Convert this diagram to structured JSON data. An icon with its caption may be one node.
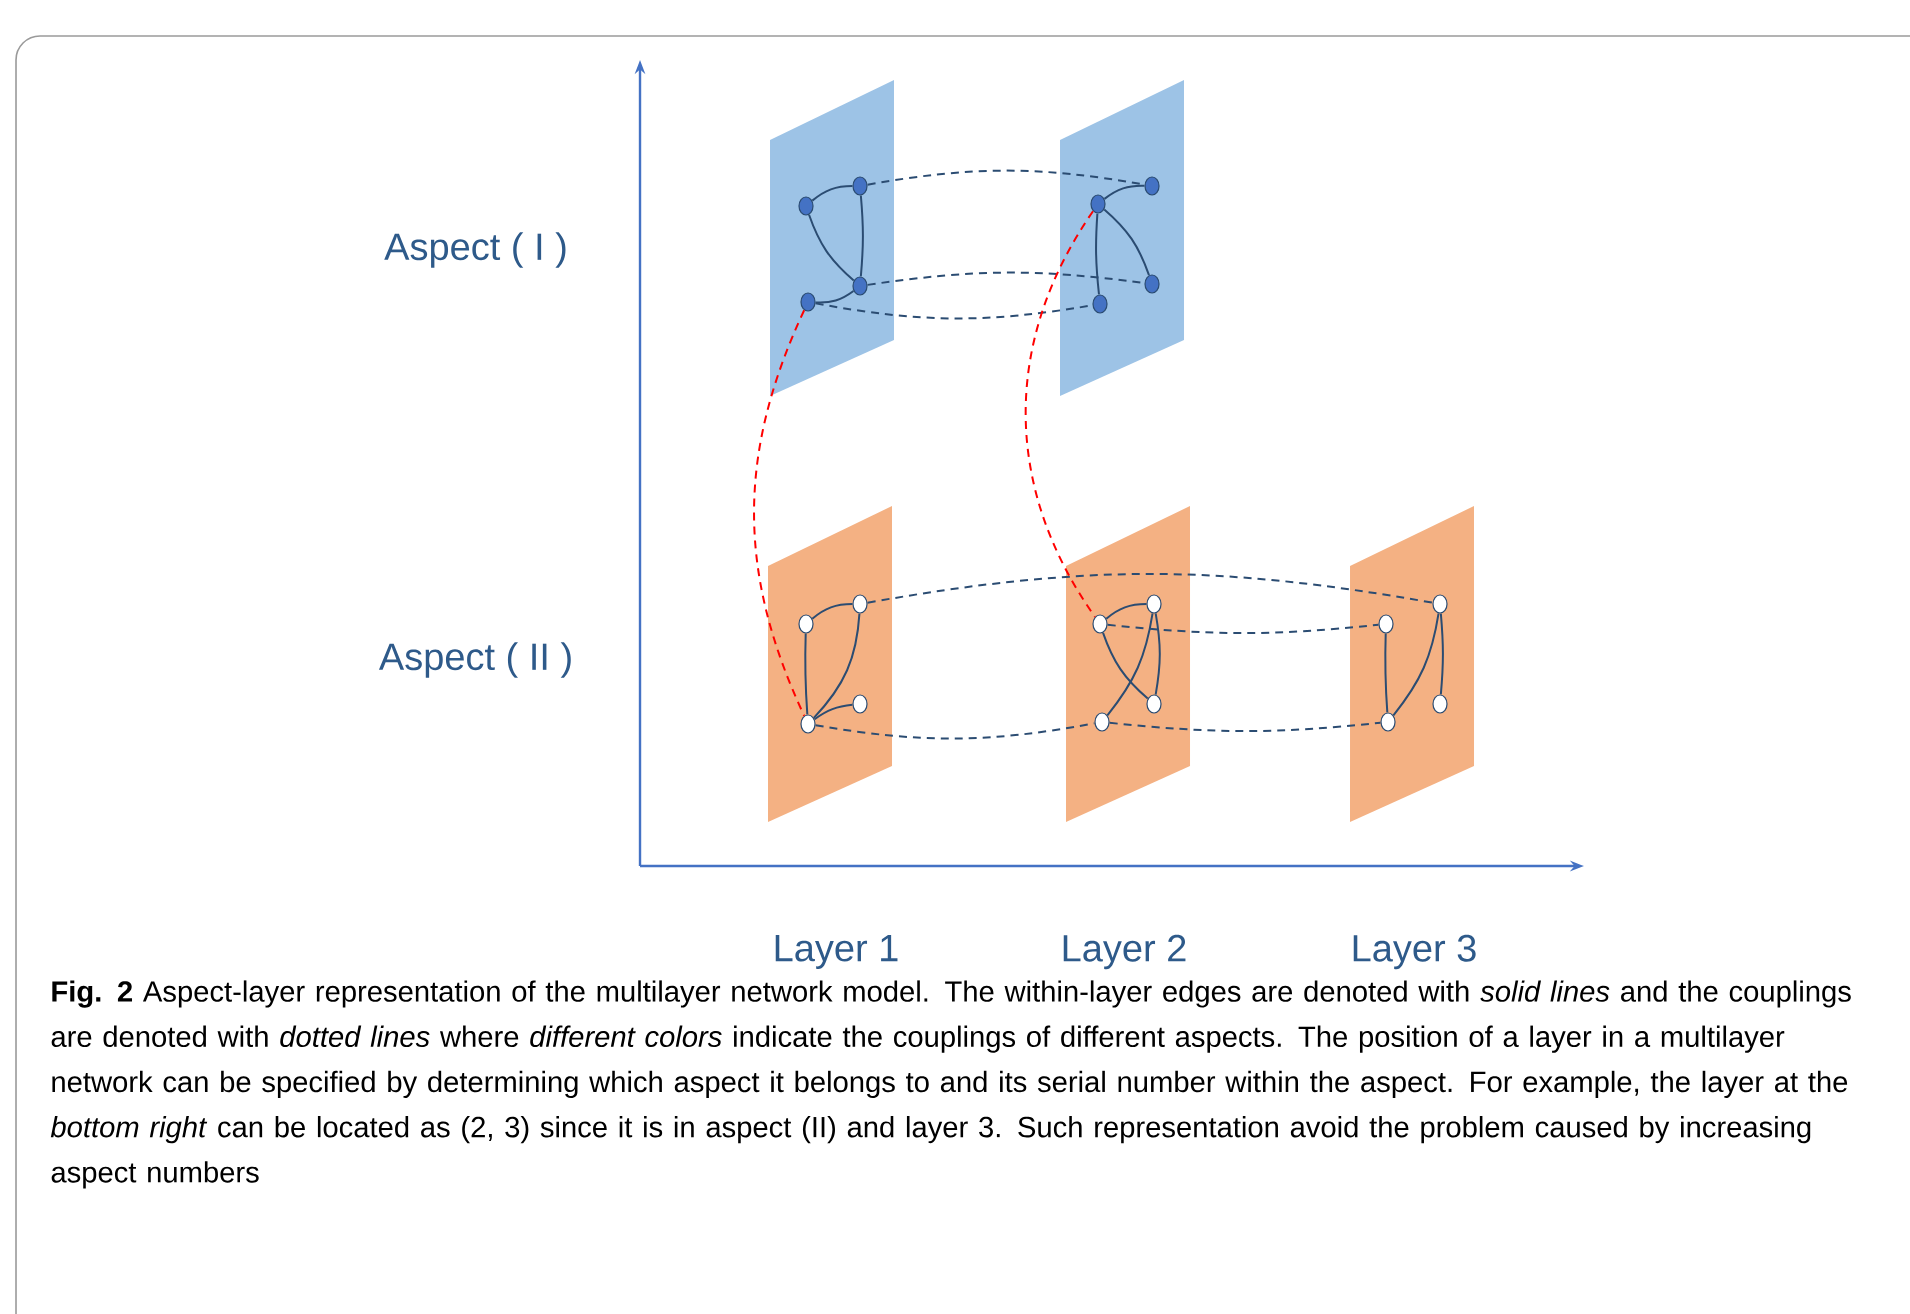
{
  "diagram": {
    "caption": "**Fig. 2** Aspect-layer representation of the multilayer network model. The within-layer edges are denoted with *solid lines* and the couplings are denoted with *dotted lines* where *different colors* indicate the couplings of different aspects. The position of a layer in a multilayer network can be specified by determining which aspect it belongs to and its serial number within the aspect. For example, the layer at the *bottom right* can be located as (2, 3) since it is in aspect (II) and layer 3. Such representation avoid the problem caused by increasing aspect numbers",
    "nodes": [
      {
        "text": [],
        "shape": "parallelogram"
      },
      {
        "text": [],
        "shape": "circle",
        "in": 0
      },
      {
        "text": [],
        "shape": "circle",
        "in": 0
      },
      {
        "text": [],
        "shape": "circle",
        "in": 0
      },
      {
        "text": [],
        "shape": "circle",
        "in": 0
      },
      {
        "text": [],
        "shape": "parallelogram"
      },
      {
        "text": [],
        "shape": "circle",
        "in": 5
      },
      {
        "text": [],
        "shape": "circle",
        "in": 5
      },
      {
        "text": [],
        "shape": "circle",
        "in": 5
      },
      {
        "text": [],
        "shape": "circle",
        "in": 5
      },
      {
        "text": [],
        "shape": "parallelogram"
      },
      {
        "text": [],
        "shape": "circle",
        "in": 10
      },
      {
        "text": [],
        "shape": "circle",
        "in": 10
      },
      {
        "text": [],
        "shape": "circle",
        "in": 10
      },
      {
        "text": [],
        "shape": "circle",
        "in": 10
      },
      {
        "text": [],
        "shape": "parallelogram"
      },
      {
        "text": [],
        "shape": "circle",
        "in": 15
      },
      {
        "text": [],
        "shape": "circle",
        "in": 15
      },
      {
        "text": [],
        "shape": "circle",
        "in": 15
      },
      {
        "text": [],
        "shape": "circle",
        "in": 15
      },
      {
        "text": [],
        "shape": "parallelogram"
      },
      {
        "text": [],
        "shape": "circle",
        "in": 20
      },
      {
        "text": [],
        "shape": "circle",
        "in": 20
      },
      {
        "text": [],
        "shape": "circle",
        "in": 20
      },
      {
        "text": [],
        "shape": "circle",
        "in": 20
      }
    ],
    "edges": [
      {
        "from": 1,
        "to": 2,
        "arrow": "none"
      },
      {
        "from": 1,
        "to": 3,
        "arrow": "none"
      },
      {
        "from": 2,
        "to": 3,
        "arrow": "none"
      },
      {
        "from": 3,
        "to": 4,
        "arrow": "none"
      },
      {
        "from": 6,
        "to": 7,
        "arrow": "none"
      },
      {
        "from": 6,
        "to": 8,
        "arrow": "none"
      },
      {
        "from": 6,
        "to": 9,
        "arrow": "none"
      },
      {
        "from": 11,
        "to": 14,
        "arrow": "none"
      },
      {
        "from": 12,
        "to": 14,
        "arrow": "none"
      },
      {
        "from": 13,
        "to": 14,
        "arrow": "none"
      },
      {
        "from": 11,
        "to": 12,
        "arrow": "none"
      },
      {
        "from": 16,
        "to": 17,
        "arrow": "none"
      },
      {
        "from": 16,
        "to": 18,
        "arrow": "none"
      },
      {
        "from": 17,
        "to": 18,
        "arrow": "none"
      },
      {
        "from": 17,
        "to": 19,
        "arrow": "none"
      },
      {
        "from": 21,
        "to": 24,
        "arrow": "none"
      },
      {
        "from": 22,
        "to": 24,
        "arrow": "none"
      },
      {
        "from": 22,
        "to": 23,
        "arrow": "none"
      },
      {
        "from": 2,
        "to": 7,
        "arrow": "none",
        "style": "dashed"
      },
      {
        "from": 3,
        "to": 8,
        "arrow": "none",
        "style": "dashed"
      },
      {
        "from": 4,
        "to": 9,
        "arrow": "none",
        "style": "dashed"
      },
      {
        "from": 12,
        "to": 22,
        "arrow": "none",
        "style": "dashed"
      },
      {
        "from": 16,
        "to": 21,
        "arrow": "none",
        "style": "dashed"
      },
      {
        "from": 14,
        "to": 19,
        "arrow": "none",
        "style": "dashed"
      },
      {
        "from": 19,
        "to": 24,
        "arrow": "none",
        "style": "dashed"
      },
      {
        "from": 4,
        "to": 14,
        "arrow": "none",
        "style": "dashed",
        "color": "#ff0000"
      },
      {
        "from": 6,
        "to": 16,
        "arrow": "none",
        "style": "dashed",
        "color": "#ff0000"
      }
    ],
    "labels": [
      "Aspect ( I )",
      "Aspect ( II )",
      "Layer  1",
      "Layer  2",
      "Layer  3"
    ]
  }
}
